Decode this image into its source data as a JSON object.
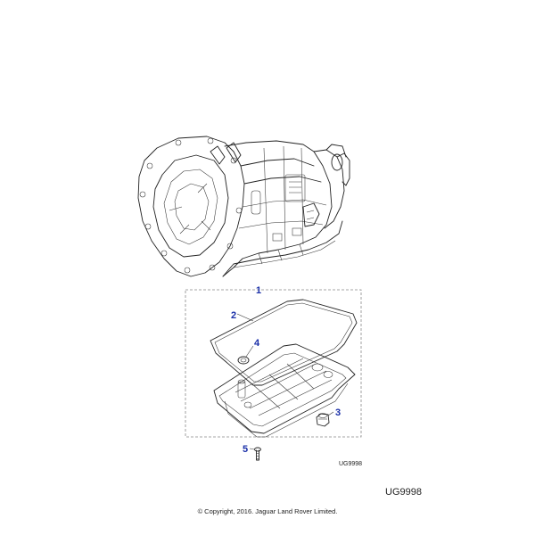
{
  "diagram": {
    "callouts": [
      {
        "id": "1",
        "label": "1"
      },
      {
        "id": "2",
        "label": "2"
      },
      {
        "id": "3",
        "label": "3"
      },
      {
        "id": "4",
        "label": "4"
      },
      {
        "id": "5",
        "label": "5"
      }
    ],
    "image_ref_small": "UG9998",
    "image_ref_large": "UG9998",
    "copyright": "© Copyright, 2016. Jaguar Land Rover Limited.",
    "accent_color": "#1a2fa8",
    "line_color": "#222222"
  }
}
